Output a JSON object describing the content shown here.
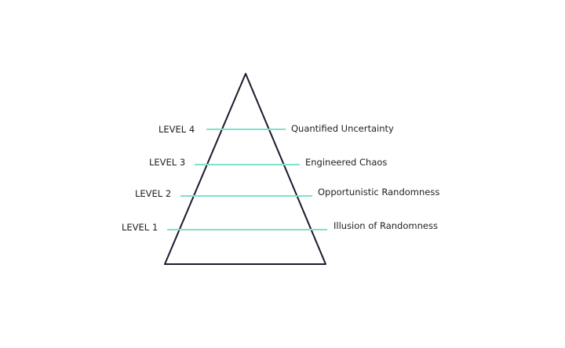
{
  "diagram": {
    "levels": [
      {
        "label": "LEVEL 4",
        "description": "Quantified Uncertainty"
      },
      {
        "label": "LEVEL 3",
        "description": "Engineered Chaos"
      },
      {
        "label": "LEVEL 2",
        "description": "Opportunistic Randomness"
      },
      {
        "label": "LEVEL 1",
        "description": "Illusion of Randomness"
      }
    ],
    "colors": {
      "pyramid_stroke": "#1a1a2e",
      "level_line": "#7fe0cd",
      "text": "#1f1f1f"
    }
  }
}
